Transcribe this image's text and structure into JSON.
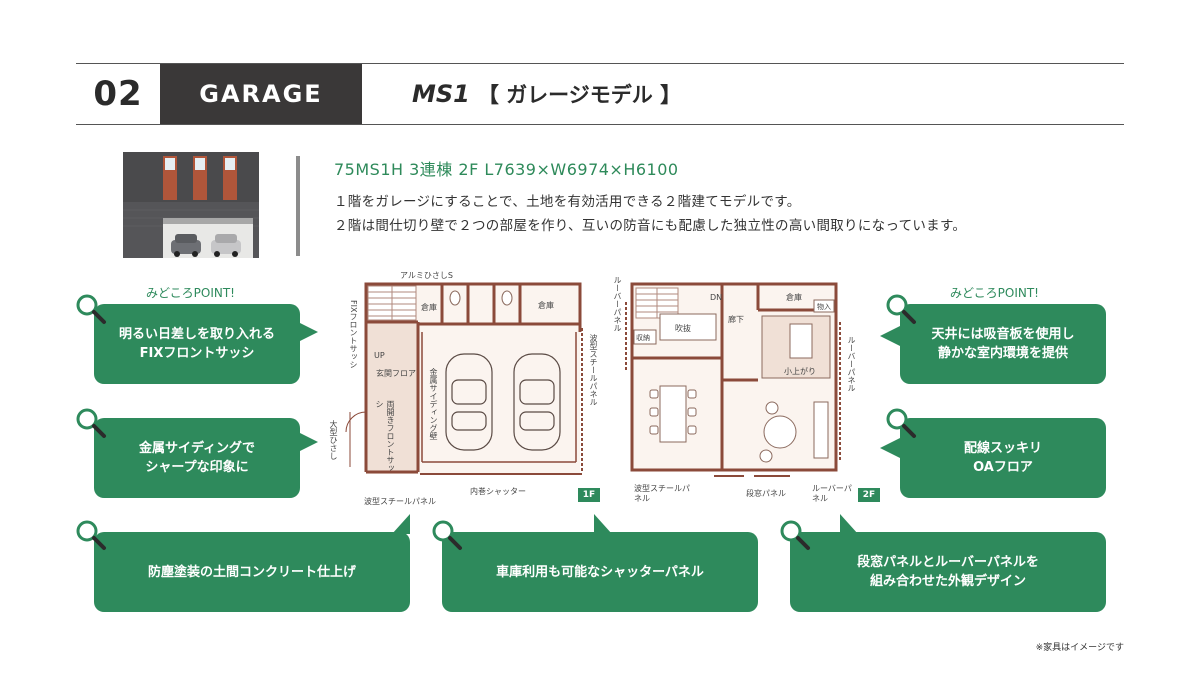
{
  "header": {
    "number": "02",
    "section": "GARAGE",
    "model_code": "MS1",
    "model_name": "【 ガレージモデル 】"
  },
  "intro": {
    "spec": "75MS1H 3連棟  2F L7639×W6974×H6100",
    "lines": [
      "１階をガレージにすることで、土地を有効活用できる２階建てモデルです。",
      "２階は間仕切り壁で２つの部屋を作り、互いの防音にも配慮した独立性の高い間取りになっています。"
    ]
  },
  "points": {
    "left_title": "みどころPOINT!",
    "right_title": "みどころPOINT!",
    "items": [
      {
        "lines": [
          "明るい日差しを取り入れる",
          "FIXフロントサッシ"
        ]
      },
      {
        "lines": [
          "金属サイディングで",
          "シャープな印象に"
        ]
      },
      {
        "lines": [
          "防塵塗装の土間コンクリート仕上げ"
        ]
      },
      {
        "lines": [
          "車庫利用も可能なシャッターパネル"
        ]
      },
      {
        "lines": [
          "段窓パネルとルーバーパネルを",
          "組み合わせた外観デザイン"
        ]
      },
      {
        "lines": [
          "天井には吸音板を使用し",
          "静かな室内環境を提供"
        ]
      },
      {
        "lines": [
          "配線スッキリ",
          "OAフロア"
        ]
      }
    ]
  },
  "plan1f": {
    "labels": {
      "alumi": "アルミひさしS",
      "soko1": "倉庫",
      "soko2": "倉庫",
      "fix_sash": "FIXフロントサッシ",
      "up": "UP",
      "genkan": "玄関フロア",
      "ryobiraki": "両開きフロントサッシ",
      "kinzoku": "金属サイディング壁",
      "hisashi": "大型ひさし",
      "hagata_r": "波型スチールパネル",
      "hagata_b": "波型スチールパネル",
      "shutter": "内巻シャッター"
    },
    "floor_tag": "1F"
  },
  "plan2f": {
    "labels": {
      "louver_tl": "ルーバーパネル",
      "dn": "DN",
      "soko": "倉庫",
      "monoire": "物入",
      "fukinuke": "吹抜",
      "shuno": "収納",
      "roka": "廊下",
      "koagari": "小上がり",
      "louver_r": "ルーバーパネル",
      "hagata": "波型スチールパネル",
      "danmado": "段窓パネル",
      "louver_b": "ルーバーパネル"
    },
    "floor_tag": "2F"
  },
  "footer": {
    "note": "※家具はイメージです"
  },
  "colors": {
    "accent": "#2e8a5c",
    "header_box": "#3a3838",
    "wall": "#8b4a3a",
    "floor_fill": "#f0e0d6"
  },
  "icons": [
    "magnifier-icon"
  ]
}
